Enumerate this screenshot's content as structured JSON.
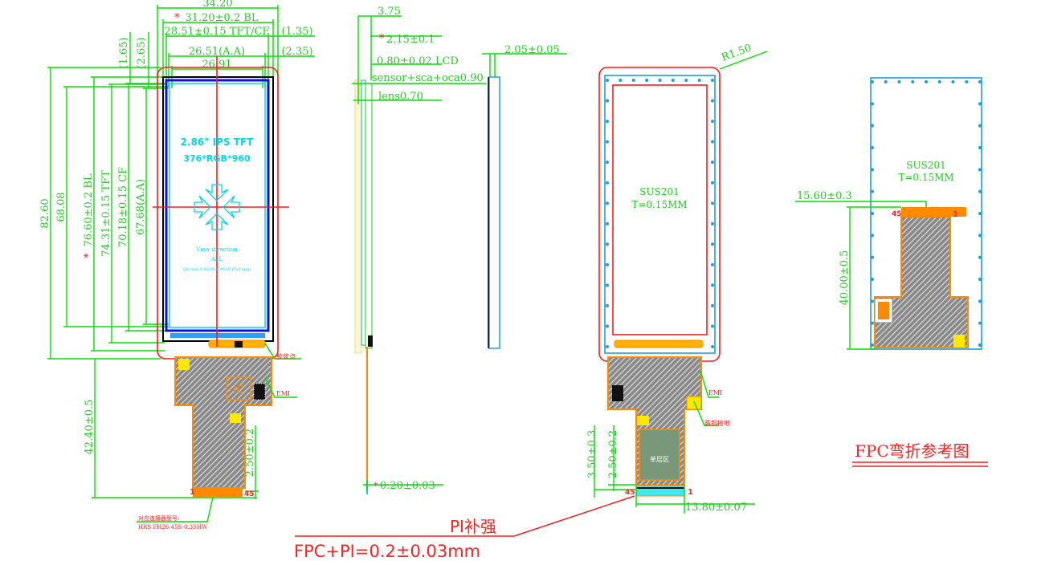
{
  "front_view": {
    "dim_width_total": "34.20",
    "dim_bl_width": "31.20±0.2 BL",
    "dim_tft_cf_width": "28.51±0.15 TFT/CF",
    "dim_aa_width": "26.51(A.A)",
    "dim_inner_width": "26.91",
    "dim_offset_1": "(1.35)",
    "dim_offset_2": "(2.35)",
    "dim_offset_v1": "(1.65)",
    "dim_offset_v2": "(2.65)",
    "dim_height_total": "82.60",
    "dim_height_inner": "68.08",
    "dim_bl_height": "76.60±0.2 BL",
    "dim_tft_height": "74.31±0.15 TFT",
    "dim_cf_height": "70.18±0.15 CF",
    "dim_aa_height": "67.68(A.A)",
    "dim_fpc_length": "42.40±0.5",
    "dim_fpc_stub": "2.50±0.2",
    "asterisk": "*",
    "panel_title": "2.86\" IPS TFT",
    "panel_resolution": "376*RGB*960",
    "view_direction": "View direction",
    "view_direction_value": "ALL",
    "dot_size": "dot size 0.0235(H)*0.0705(V)mm",
    "ic_label": "IC",
    "label_glue": "胶浆点",
    "label_emi": "EMI",
    "pin_first": "1",
    "pin_last": "45",
    "connector_label": "对应连接器型号:",
    "connector_model": "HRS FH26-45S-0.3SHW"
  },
  "side_view": {
    "dim_total": "3.75",
    "dim_module": "2.15±0.1",
    "dim_lcd": "0.80±0.02 LCD",
    "dim_sensor": "sensor+sca+oca0.90",
    "dim_lens": "lens0.70",
    "dim_fpc": "0.20±0.03",
    "dim_back": "2.05±0.05",
    "asterisk": "*"
  },
  "back_view": {
    "radius": "R1.50",
    "material": "SUS201",
    "thickness": "T=0.15MM",
    "label_emi": "EMI",
    "label_ground": "露铜接地",
    "label_single_layer": "单层区",
    "dim_a": "3.50±0.3",
    "dim_b": "2.50±0.2",
    "dim_width": "13.80±0.07",
    "pin_first": "1",
    "pin_last": "45",
    "pi_label": "PI补强",
    "pi_spec": "FPC+PI=0.2±0.03mm"
  },
  "bend_view": {
    "material": "SUS201",
    "thickness": "T=0.15MM",
    "dim_offset": "15.60±0.3",
    "dim_length": "40.00±0.5",
    "pin_first": "1",
    "pin_last": "45",
    "title": "FPC弯折参考图"
  },
  "colors": {
    "dimension": "#00e000",
    "outline": "#ff1a1a",
    "fpc": "#ff8a00",
    "steel": "#1aa0e0",
    "panel_text": "#00d8e8"
  }
}
